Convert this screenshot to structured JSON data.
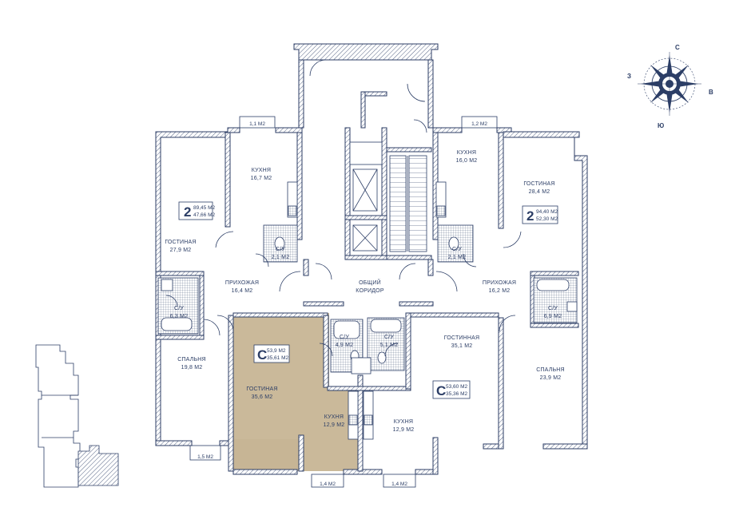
{
  "compass": {
    "north": "С",
    "south": "Ю",
    "east": "В",
    "west": "З"
  },
  "apartments": [
    {
      "type": "2",
      "total": "89,45 М2",
      "living": "47,66 М2"
    },
    {
      "type": "2",
      "total": "94,40 М2",
      "living": "52,30 М2"
    },
    {
      "type": "С",
      "total": "53,9 М2",
      "living": "35,61 М2"
    },
    {
      "type": "С",
      "total": "53,60 М2",
      "living": "35,36 М2"
    }
  ],
  "rooms": {
    "kitchen_left": {
      "name": "КУХНЯ",
      "area": "16,7 М2"
    },
    "kitchen_right": {
      "name": "КУХНЯ",
      "area": "16,0 М2"
    },
    "living_left": {
      "name": "ГОСТИНАЯ",
      "area": "27,9 М2"
    },
    "living_right": {
      "name": "ГОСТИНАЯ",
      "area": "28,4 М2"
    },
    "wc_left_upper": {
      "name": "С/У",
      "area": "2,1 М2"
    },
    "wc_right_upper": {
      "name": "С/У",
      "area": "2,1 М2"
    },
    "wc_left_lower": {
      "name": "С/У",
      "area": "6,3 М2"
    },
    "wc_right_lower": {
      "name": "С/У",
      "area": "6,9 М2"
    },
    "hall_left": {
      "name": "ПРИХОЖАЯ",
      "area": "16,4 М2"
    },
    "hall_right": {
      "name": "ПРИХОЖАЯ",
      "area": "16,2 М2"
    },
    "corridor": {
      "name1": "ОБЩИЙ",
      "name2": "КОРИДОР"
    },
    "bedroom_left": {
      "name": "СПАЛЬНЯ",
      "area": "19,8 М2"
    },
    "bedroom_right": {
      "name": "СПАЛЬНЯ",
      "area": "23,9 М2"
    },
    "living_studio_left": {
      "name": "ГОСТИНАЯ",
      "area": "35,6 М2"
    },
    "living_studio_right": {
      "name": "ГОСТИННАЯ",
      "area": "35,1 М2"
    },
    "kitchen_studio_left": {
      "name": "КУХНЯ",
      "area": "12,9 М2"
    },
    "kitchen_studio_right": {
      "name": "КУХНЯ",
      "area": "12,9 М2"
    },
    "wc_studio_left": {
      "name": "С/У",
      "area": "4,9 М2"
    },
    "wc_studio_right": {
      "name": "С/У",
      "area": "5,1 М2"
    }
  },
  "balconies": {
    "top_left": "1,1 М2",
    "top_right": "1,2 М2",
    "bottom_left": "1,5 М2",
    "bottom_mid_left": "1,4 М2",
    "bottom_mid_right": "1,4 М2"
  },
  "colors": {
    "ink": "#2c3e66",
    "highlight": "#c7b595"
  }
}
